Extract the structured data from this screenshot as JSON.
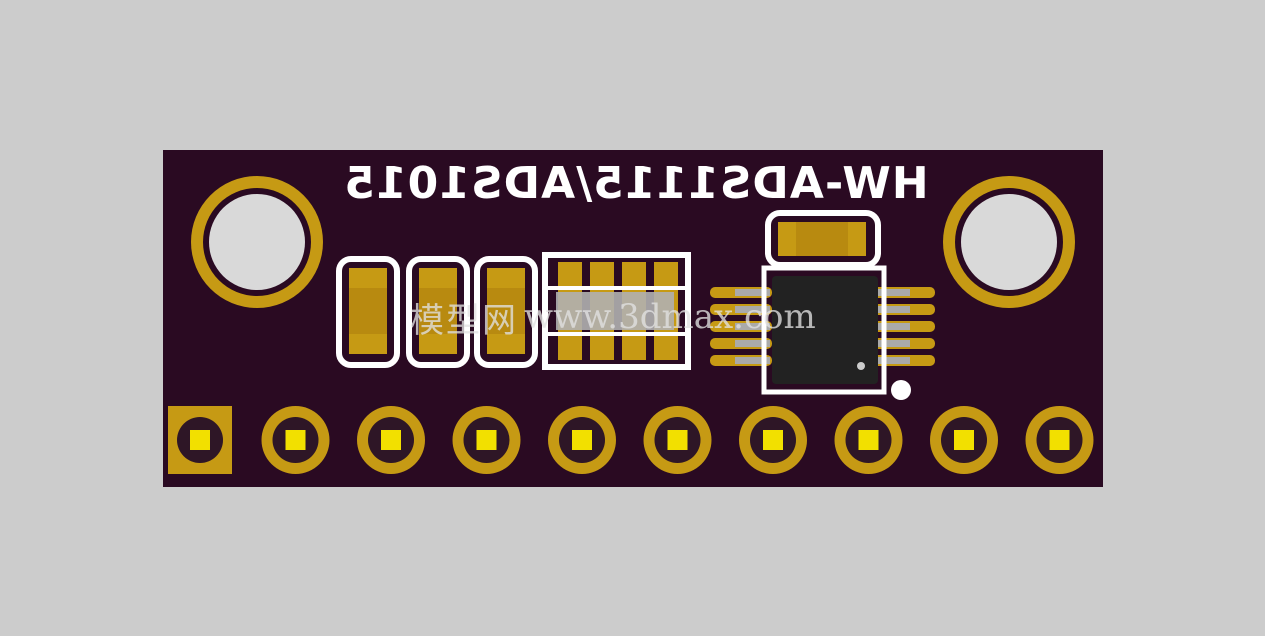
{
  "board": {
    "silkscreen_text": "HW-ADS1115/ADS1015",
    "silkscreen_mirrored": true,
    "colors": {
      "background": "#cccccc",
      "pcb": "#2a0a22",
      "copper_gold": "#c69a14",
      "silkscreen": "#ffffff",
      "chip_body": "#222222",
      "pin_square": "#f2e000",
      "hole": "#d9d9d9"
    }
  },
  "watermark": {
    "cjk_text": "模型网",
    "url_text": "www.3dmax.com"
  },
  "components": {
    "mounting_holes": 2,
    "smd_capacitors": 3,
    "resistor_array_pads": 4,
    "jumper_pad": 1,
    "ic_pins_per_side": 5,
    "header_pins": 10
  }
}
